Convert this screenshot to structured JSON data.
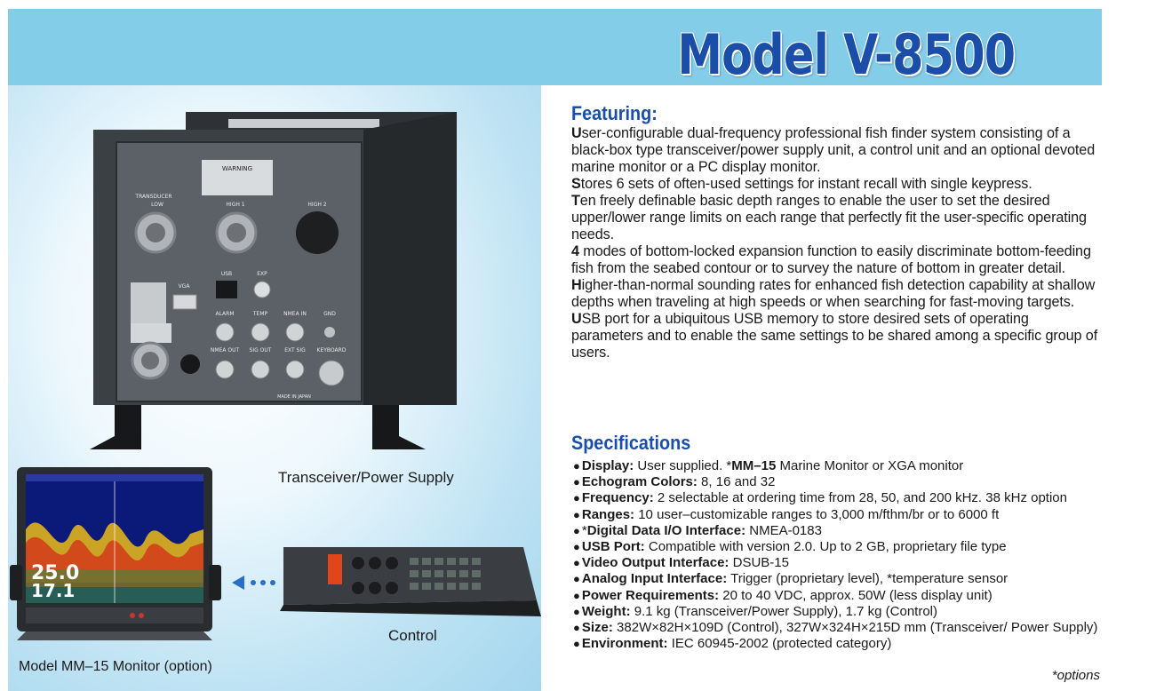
{
  "header": {
    "title": "Model V-8500"
  },
  "captions": {
    "transceiver": "Transceiver/Power Supply",
    "control": "Control",
    "monitor": "Model MM–15 Monitor (option)"
  },
  "transceiver_labels": {
    "transducer": "TRANSDUCER",
    "low": "LOW",
    "high1": "HIGH 1",
    "high2": "HIGH 2",
    "warning": "WARNING",
    "vga": "VGA",
    "usb": "USB",
    "exp": "EXP",
    "alarm": "ALARM",
    "temp": "TEMP",
    "nmea_in": "NMEA IN",
    "gnd": "GND",
    "nmea_out": "NMEA OUT",
    "sig_out": "SIG OUT",
    "ext_sig": "EXT SIG",
    "keyboard": "KEYBOARD",
    "made_in": "MADE IN JAPAN"
  },
  "monitor_readout": {
    "line1": "25.0",
    "line2": "17.1"
  },
  "featuring": {
    "heading": "Featuring:",
    "paragraphs": [
      {
        "first": "U",
        "rest": "ser-configurable dual-frequency professional fish finder system consisting of a black-box type transceiver/power supply unit, a control unit and an optional devoted marine monitor or a PC display monitor."
      },
      {
        "first": "S",
        "rest": "tores 6 sets of often-used settings for instant recall with single keypress."
      },
      {
        "first": "T",
        "rest": "en freely definable basic depth ranges to enable the user to set the desired upper/lower range limits on each range that perfectly fit the user-specific operating needs."
      },
      {
        "first": "4",
        "rest": " modes of bottom-locked expansion function to easily discriminate bottom-feeding fish from the seabed contour or to survey the nature of bottom in greater detail."
      },
      {
        "first": "H",
        "rest": "igher-than-normal sounding rates for enhanced fish detection capability at shallow depths when traveling at high speeds or when searching for fast-moving targets."
      },
      {
        "first": "U",
        "rest": "SB port for a ubiquitous USB memory to store desired sets of operating parameters and to enable the same settings to be shared among a specific group of users."
      }
    ]
  },
  "specifications": {
    "heading": "Specifications",
    "bullet": "●",
    "items": [
      {
        "prefix": "",
        "label": "Display:",
        "value": " User supplied. *",
        "extra_bold": "MM–15",
        "tail": " Marine Monitor or XGA monitor"
      },
      {
        "prefix": "",
        "label": "Echogram Colors:",
        "value": " 8, 16 and 32",
        "extra_bold": "",
        "tail": ""
      },
      {
        "prefix": "",
        "label": "Frequency:",
        "value": " 2 selectable at ordering time from 28, 50, and 200 kHz. 38 kHz option",
        "extra_bold": "",
        "tail": ""
      },
      {
        "prefix": "",
        "label": "Ranges:",
        "value": " 10 user–customizable ranges to 3,000 m/fthm/br or to 6000 ft",
        "extra_bold": "",
        "tail": ""
      },
      {
        "prefix": "*",
        "label": "Digital Data I/O Interface:",
        "value": " NMEA-0183",
        "extra_bold": "",
        "tail": ""
      },
      {
        "prefix": "",
        "label": "USB Port:",
        "value": " Compatible with version 2.0. Up to 2 GB, proprietary file type",
        "extra_bold": "",
        "tail": ""
      },
      {
        "prefix": "",
        "label": "Video Output Interface:",
        "value": " DSUB-15",
        "extra_bold": "",
        "tail": ""
      },
      {
        "prefix": "",
        "label": "Analog Input Interface:",
        "value": " Trigger (proprietary level), *temperature sensor",
        "extra_bold": "",
        "tail": ""
      },
      {
        "prefix": "",
        "label": "Power Requirements:",
        "value": " 20 to 40 VDC, approx. 50W (less display unit)",
        "extra_bold": "",
        "tail": ""
      },
      {
        "prefix": "",
        "label": "Weight:",
        "value": " 9.1 kg (Transceiver/Power Supply), 1.7 kg (Control)",
        "extra_bold": "",
        "tail": ""
      },
      {
        "prefix": "",
        "label": "Size:",
        "value": " 382W×82H×109D (Control), 327W×324H×215D mm (Transceiver/ Power Supply)",
        "extra_bold": "",
        "tail": ""
      },
      {
        "prefix": "",
        "label": "Environment:",
        "value": " IEC 60945-2002 (protected category)",
        "extra_bold": "",
        "tail": ""
      }
    ],
    "footnote": "*options"
  },
  "colors": {
    "heading_blue": "#1a4ea8",
    "header_band": "#84cde9",
    "unit_gray": "#4a5056"
  }
}
